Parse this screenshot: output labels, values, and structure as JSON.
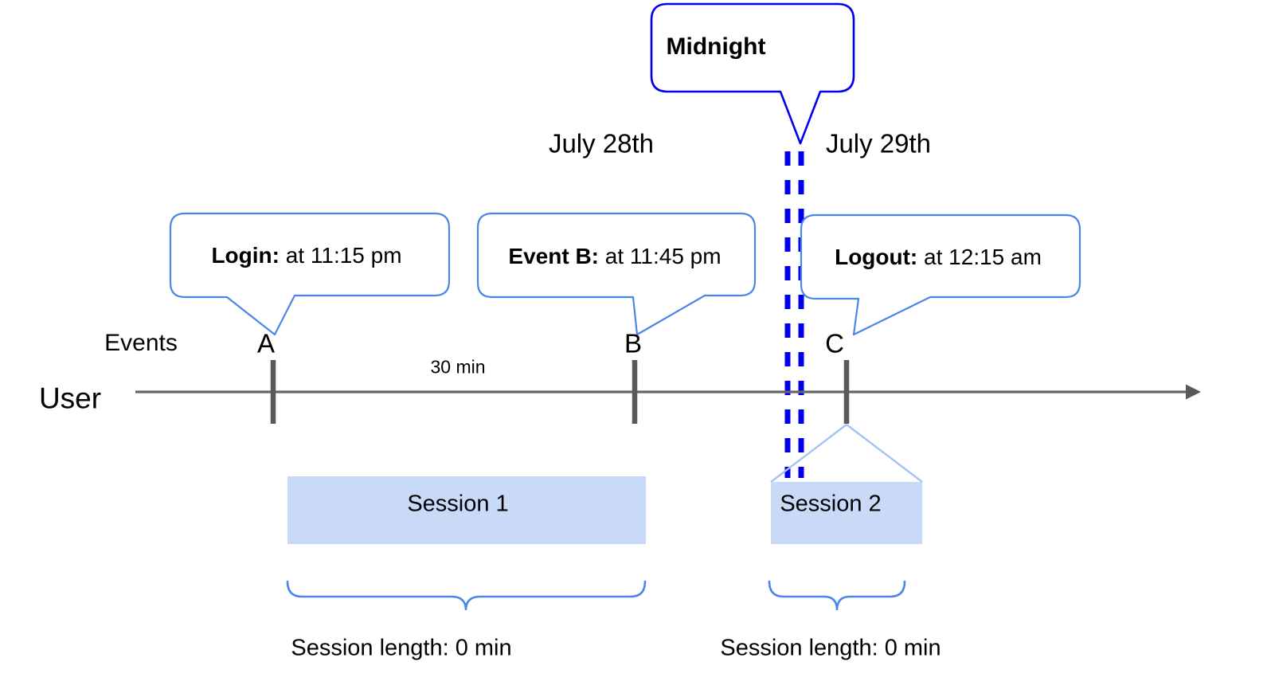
{
  "diagram": {
    "title": "User session timeline across midnight",
    "colors": {
      "axis_gray": "#666666",
      "tick_gray": "#595959",
      "callout_blue": "#4a86e8",
      "midnight_blue": "#0000ee",
      "session_fill": "#c9daf8",
      "brace_blue": "#4a86e8",
      "connector_blue": "#a4c2f4"
    }
  },
  "axis": {
    "row_label": "User",
    "events_label": "Events",
    "arrow_icon": "arrow-right-icon"
  },
  "dates": {
    "left": "July 28th",
    "right": "July 29th"
  },
  "midnight": {
    "label": "Midnight"
  },
  "points": [
    {
      "id": "A",
      "label": "A"
    },
    {
      "id": "B",
      "label": "B"
    },
    {
      "id": "C",
      "label": "C"
    }
  ],
  "callouts": [
    {
      "id": "login",
      "bold": "Login:",
      "text": " at 11:15 pm"
    },
    {
      "id": "eventb",
      "bold": "Event B:",
      "text": " at 11:45 pm"
    },
    {
      "id": "logout",
      "bold": "Logout:",
      "text": " at 12:15 am"
    }
  ],
  "durations": {
    "a_to_b": "30 min"
  },
  "sessions": [
    {
      "id": "session-1",
      "label": "Session 1",
      "length_label": "Session length: 0 min"
    },
    {
      "id": "session-2",
      "label": "Session 2",
      "length_label": "Session length: 0 min"
    }
  ],
  "chart_data": {
    "type": "timeline",
    "title": "User session timeline across midnight",
    "xlabel": "",
    "ylabel": "User",
    "grid": false,
    "legend": null,
    "events": [
      {
        "name": "A",
        "event": "Login",
        "time": "11:15 pm",
        "date": "July 28th"
      },
      {
        "name": "B",
        "event": "Event B",
        "time": "11:45 pm",
        "date": "July 28th"
      },
      {
        "name": "C",
        "event": "Logout",
        "time": "12:15 am",
        "date": "July 29th"
      }
    ],
    "intervals": [
      {
        "from": "A",
        "to": "B",
        "label": "30 min"
      }
    ],
    "boundaries": [
      {
        "name": "Midnight",
        "between": [
          "July 28th",
          "July 29th"
        ]
      }
    ],
    "sessions": [
      {
        "name": "Session 1",
        "spans": [
          "A",
          "B"
        ],
        "length": "0 min"
      },
      {
        "name": "Session 2",
        "spans": [
          "C"
        ],
        "length": "0 min"
      }
    ]
  }
}
